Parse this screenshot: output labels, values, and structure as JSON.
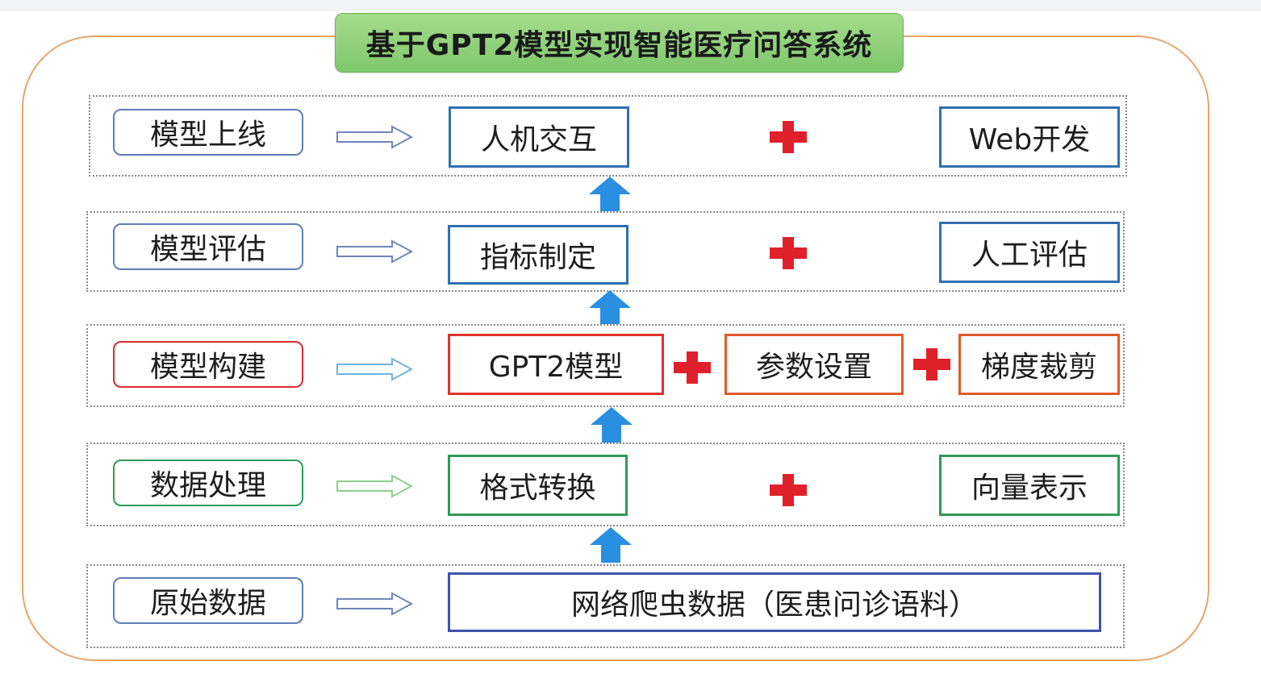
{
  "title": "基于GPT2模型实现智能医疗问答系统",
  "rows": [
    {
      "stage": "模型上线",
      "items": [
        "人机交互",
        "Web开发"
      ]
    },
    {
      "stage": "模型评估",
      "items": [
        "指标制定",
        "人工评估"
      ]
    },
    {
      "stage": "模型构建",
      "items": [
        "GPT2模型",
        "参数设置",
        "梯度裁剪"
      ]
    },
    {
      "stage": "数据处理",
      "items": [
        "格式转换",
        "向量表示"
      ]
    },
    {
      "stage": "原始数据",
      "items": [
        "网络爬虫数据（医患问诊语料）"
      ]
    }
  ],
  "colors": {
    "outer_border": "#e8a56a",
    "title_bg": "#8fd17a",
    "blue": "#3070b0",
    "red": "#e0332a",
    "green": "#2f9a58",
    "orange": "#e05a2a",
    "up_arrow": "#2a8fe0",
    "plus": "#e0202a"
  }
}
